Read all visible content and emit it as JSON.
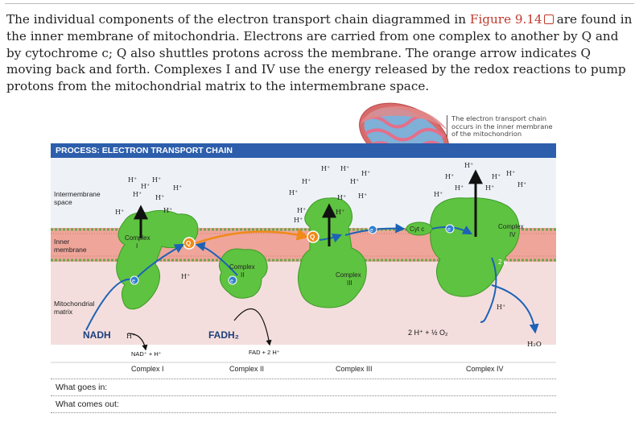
{
  "caption": {
    "before_link": "The individual components of the electron transport chain diagrammed in ",
    "link": "Figure 9.14",
    "after_link": "are found in the inner membrane of mitochondria. Electrons are carried from one complex to another by Q and by cytochrome c; Q also shuttles protons across the membrane. The orange arrow indicates Q moving back and forth. Complexes I and IV use the energy released by the redox reactions to pump protons from the mitochondrial matrix to the intermembrane space."
  },
  "inset_note": {
    "line1": "The electron transport chain",
    "line2": "occurs in the inner membrane",
    "line3": "of the mitochondrion"
  },
  "figure": {
    "process_title": "PROCESS: ELECTRON TRANSPORT CHAIN",
    "region_labels": {
      "intermembrane_1": "Intermembrane",
      "intermembrane_2": "space",
      "inner_1": "Inner",
      "inner_2": "membrane",
      "matrix_1": "Mitochondrial",
      "matrix_2": "matrix"
    },
    "complex_labels": {
      "c1_name": "Complex",
      "c1_num": "I",
      "c2_name": "Complex",
      "c2_num": "II",
      "c3_name": "Complex",
      "c3_num": "III",
      "c4_name": "Complex",
      "c4_num": "IV",
      "cytc": "Cyt c"
    },
    "glyphs": {
      "q": "Q",
      "e": "e",
      "two_e": "2 e",
      "proton": "H",
      "plus": "+"
    },
    "molecules": {
      "nadh": "NADH",
      "nad_plus": "NAD⁺ + H⁺",
      "fadh2": "FADH₂",
      "fad": "FAD + 2 H⁺",
      "oxygen_eq": "2 H⁺ + ½ O₂",
      "water": "H₂O"
    },
    "column_labels": [
      "Complex I",
      "Complex II",
      "Complex III",
      "Complex IV"
    ],
    "questions": [
      "What goes in:",
      "What comes out:"
    ],
    "colors": {
      "header_blue": "#2c5eac",
      "intermembrane": "#eef2f7",
      "membrane": "#efa59a",
      "matrix": "#f4dedd",
      "complex_green": "#5ec340",
      "q_orange": "#f08a18",
      "arrow_blue": "#1c62b7",
      "electron_blue": "#2f7fd0"
    }
  }
}
